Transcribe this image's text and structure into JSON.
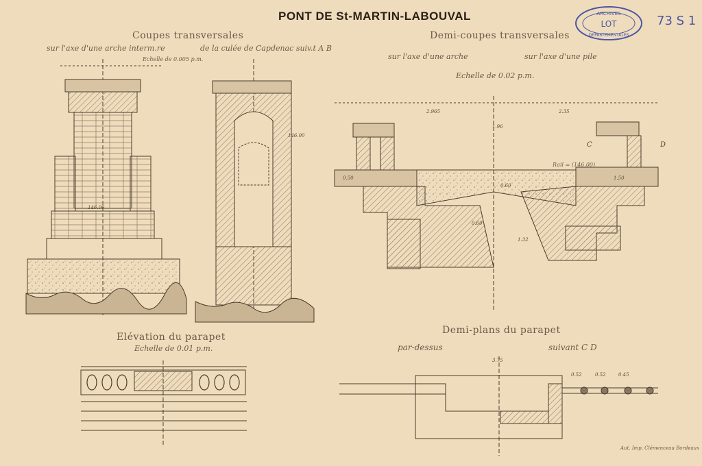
{
  "title": "PONT DE St-MARTIN-LABOUVAL",
  "archive_number": "73 S 1",
  "stamp": {
    "top": "ARCHIVES",
    "middle": "LOT",
    "bottom": "DEPARTEMENTALES",
    "color": "#4b56a4"
  },
  "left_section": {
    "heading": "Coupes transversales",
    "sub_left": "sur l'axe d'une arche interm.re",
    "sub_right": "de la culée de Capdenac suiv.t A B",
    "scale": "Echelle de 0.005 p.m."
  },
  "right_section": {
    "heading": "Demi-coupes transversales",
    "sub_left": "sur l'axe d'une arche",
    "sub_right": "sur l'axe d'une pile",
    "scale": "Echelle de 0.02 p.m.",
    "label_c": "C",
    "label_d": "D",
    "rail_label": "Rail = (146.00)"
  },
  "elevation": {
    "heading": "Elévation du parapet",
    "scale": "Echelle de 0.01 p.m."
  },
  "plans": {
    "heading": "Demi-plans du parapet",
    "sub_left": "par-dessus",
    "sub_right": "suivant C D"
  },
  "printer": "Aut. Imp. Clémenceau Bordeaux",
  "dims": {
    "d1": "2.965",
    "d2": "2.35",
    "d3": "0.50",
    "d4": "0.60",
    "d5": "1.50",
    "d6": "0.60",
    "d7": "1.32",
    "d8": "0.52",
    "d9": "0.52",
    "d10": "0.45",
    "d11": "146.00",
    "d12": "146.00",
    "d13": "3.75",
    "d14": "1.96"
  },
  "colors": {
    "paper": "#efdcbc",
    "ink": "#4a3b2c",
    "hatch": "#8a7662"
  }
}
